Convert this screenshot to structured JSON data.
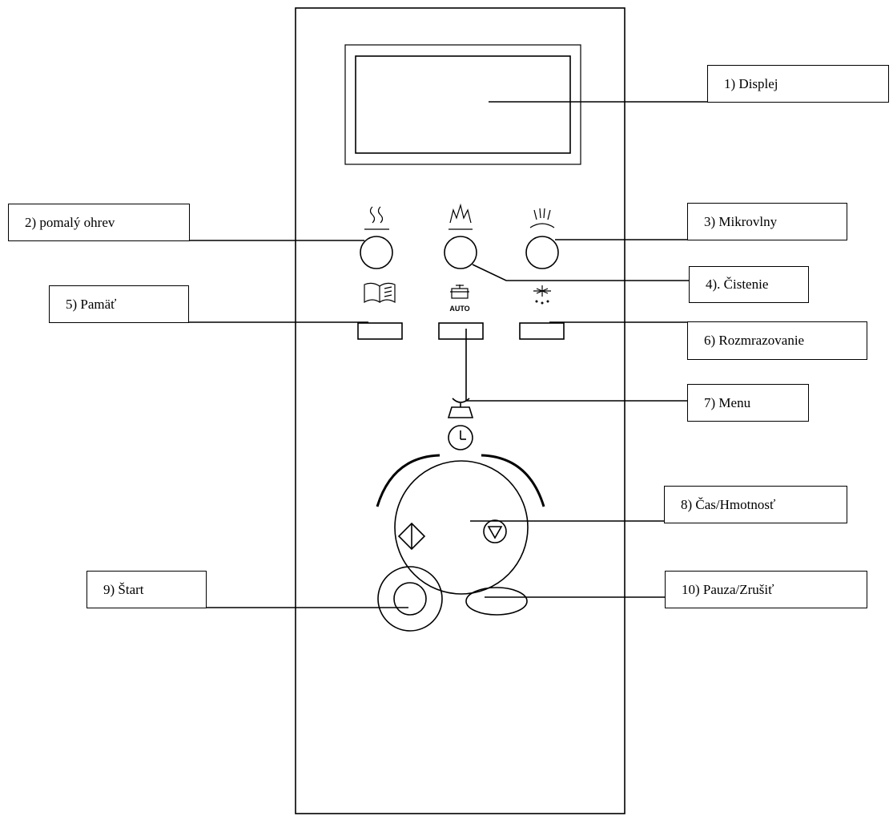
{
  "colors": {
    "line": "#000000",
    "background": "#ffffff"
  },
  "callouts": {
    "display": "1)  Displej",
    "slow_heat": "2)  pomalý ohrev",
    "microwave": "3)  Mikrovlny",
    "cleaning": "4). Čistenie",
    "memory": "5)  Pamäť",
    "defrost": "6)  Rozmrazovanie",
    "menu": "7)  Menu",
    "time_weight": "8)  Čas/Hmotnosť",
    "start": "9)  Štart",
    "pause_cancel": "10) Pauza/Zrušiť"
  },
  "icons": {
    "slow_heat": "steam-waves-icon",
    "cleaning": "spark-burst-icon",
    "microwave": "microwave-rays-icon",
    "memory": "open-book-icon",
    "auto": "pot-auto-icon",
    "auto_label": "AUTO",
    "defrost": "snowflake-drops-icon",
    "menu": "scale-icon",
    "clock": "clock-icon",
    "start": "diamond-start-icon",
    "stop": "triangle-stop-icon"
  }
}
